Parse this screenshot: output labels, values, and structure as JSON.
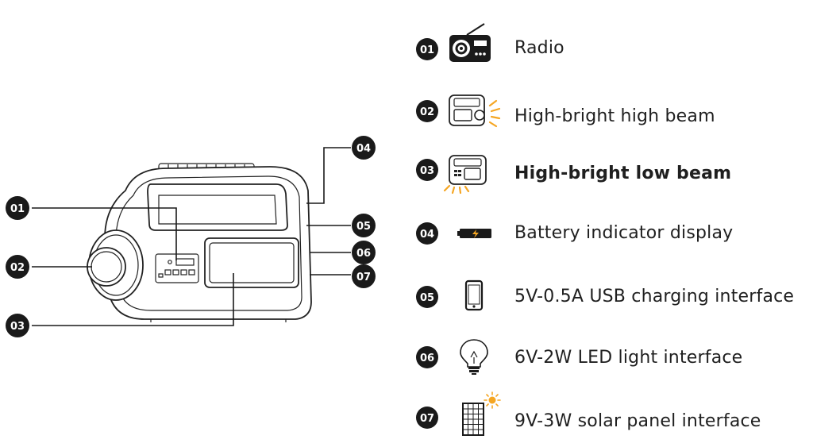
{
  "callouts": [
    "01",
    "02",
    "03",
    "04",
    "05",
    "06",
    "07"
  ],
  "features": [
    {
      "num": "01",
      "label": "Radio",
      "icon": "radio-icon"
    },
    {
      "num": "02",
      "label": "High-bright high beam",
      "icon": "high-beam-icon"
    },
    {
      "num": "03",
      "label": "High-bright low beam",
      "icon": "low-beam-icon"
    },
    {
      "num": "04",
      "label": "Battery indicator display",
      "icon": "battery-icon"
    },
    {
      "num": "05",
      "label": "5V-0.5A USB charging interface",
      "icon": "phone-icon"
    },
    {
      "num": "06",
      "label": "6V-2W LED light interface",
      "icon": "light-bulb-icon"
    },
    {
      "num": "07",
      "label": "9V-3W solar panel interface",
      "icon": "solar-panel-icon"
    }
  ],
  "colors": {
    "accent": "#f5a623",
    "ink": "#1a1a1a"
  }
}
